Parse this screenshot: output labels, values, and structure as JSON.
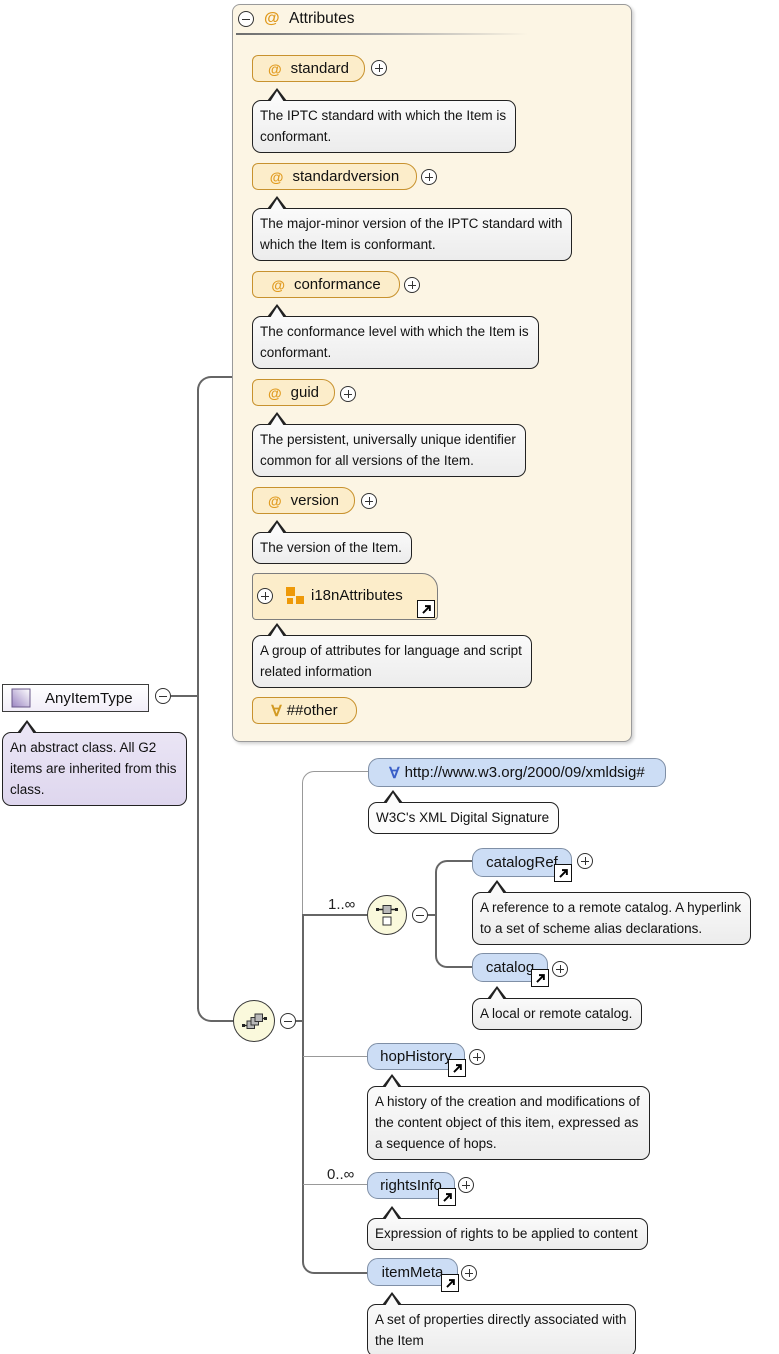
{
  "panel": {
    "title": "Attributes",
    "at_symbol": "@",
    "background": "#FCF5E4"
  },
  "root": {
    "label": "AnyItemType",
    "note": "An abstract class. All G2\nitems are inherited from this\nclass.",
    "note_color": "#E6E0F2"
  },
  "attributes": [
    {
      "label": "standard",
      "note": "The IPTC standard with which the Item is\nconformant."
    },
    {
      "label": "standardversion",
      "note": "The major-minor version of the IPTC standard with\nwhich the Item is conformant."
    },
    {
      "label": "conformance",
      "note": "The conformance level with which the Item is\nconformant."
    },
    {
      "label": "guid",
      "note": "The persistent, universally unique identifier\ncommon for all versions of the Item."
    },
    {
      "label": "version",
      "note": "The version of the Item."
    }
  ],
  "attribute_group": {
    "label": "i18nAttributes",
    "note": "A group of attributes for language and script\nrelated information"
  },
  "any_attribute": {
    "symbol": "∀",
    "label": "##other"
  },
  "tree": {
    "wildcard": {
      "symbol": "∀",
      "label": "http://www.w3.org/2000/09/xmldsig#",
      "note": "W3C's XML Digital Signature"
    },
    "choice": {
      "occurs": "1..∞"
    },
    "elements": [
      {
        "label": "catalogRef",
        "note": "A reference to a remote catalog. A hyperlink\nto a set of scheme alias declarations."
      },
      {
        "label": "catalog",
        "note": "A local or remote catalog."
      },
      {
        "label": "hopHistory",
        "note": "A history of the creation and modifications of\nthe content object of this item, expressed as\na sequence of hops."
      },
      {
        "label": "rightsInfo",
        "occurs": "0..∞",
        "note": "Expression of rights to be applied to content"
      },
      {
        "label": "itemMeta",
        "note": "A set of properties directly associated with\nthe Item"
      }
    ]
  },
  "colors": {
    "attribute_fill": "#FCEDCA",
    "attribute_border": "#C8922E",
    "element_fill": "#CCDDF5",
    "orange_icon": "#EE9908",
    "at_orange": "#E09A1E",
    "forall_blue": "#3A5FC8"
  }
}
